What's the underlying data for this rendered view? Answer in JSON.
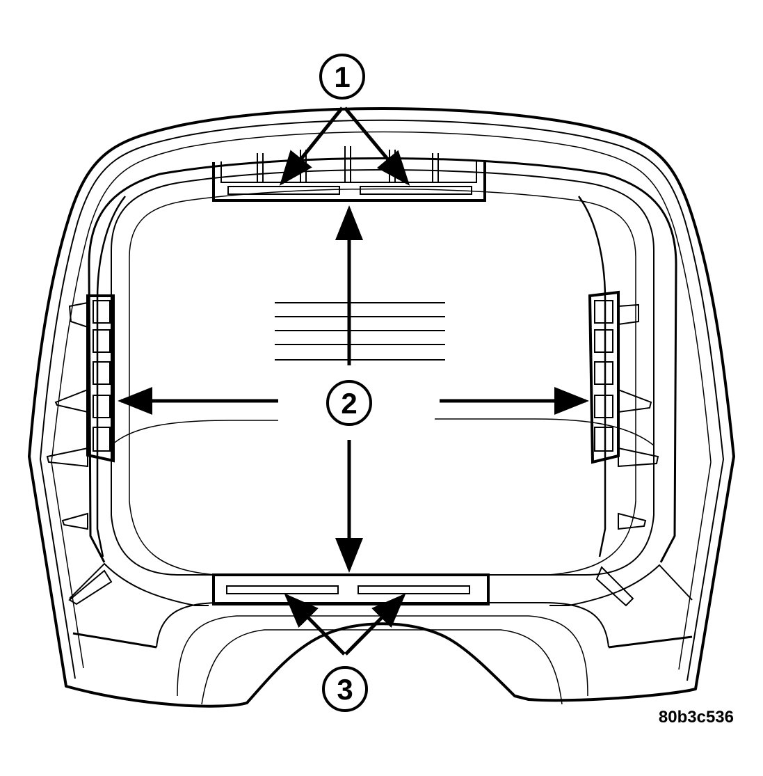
{
  "figure_code": "80b3c536",
  "callouts": [
    {
      "id": "1",
      "label": "1"
    },
    {
      "id": "2",
      "label": "2"
    },
    {
      "id": "3",
      "label": "3"
    }
  ],
  "colors": {
    "line": "#000000",
    "background": "#ffffff"
  }
}
